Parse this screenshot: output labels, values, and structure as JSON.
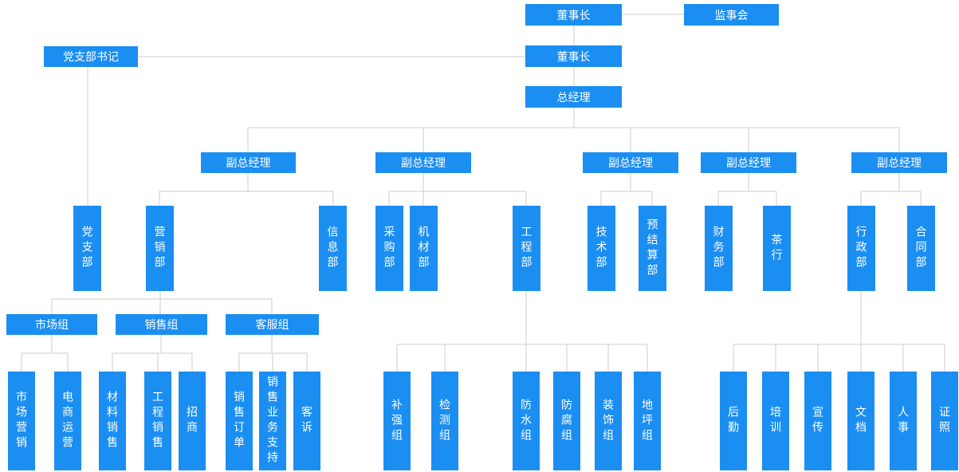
{
  "chart": {
    "type": "org-chart",
    "colors": {
      "node_bg": "#1b8ef2",
      "node_text": "#ffffff",
      "connector": "#cccccc",
      "background": "#ffffff"
    },
    "nodes": {
      "chairman_top": "董事长",
      "supervisory_board": "监事会",
      "chairman_2": "董事长",
      "party_secretary": "党支部书记",
      "general_manager": "总经理",
      "deputy_gm_1": "副总经理",
      "deputy_gm_2": "副总经理",
      "deputy_gm_3": "副总经理",
      "deputy_gm_4": "副总经理",
      "deputy_gm_5": "副总经理",
      "party_branch": "党支部",
      "marketing_dept": "营销部",
      "info_dept": "信息部",
      "purchasing_dept": "采购部",
      "machinery_dept": "机材部",
      "engineering_dept": "工程部",
      "tech_dept": "技术部",
      "budget_dept": "预结算部",
      "finance_dept": "财务部",
      "tea_house": "茶行",
      "admin_dept": "行政部",
      "contract_dept": "合同部",
      "market_group": "市场组",
      "sales_group": "销售组",
      "service_group": "客服组",
      "market_marketing": "市场营销",
      "ecommerce_ops": "电商运营",
      "material_sales": "材料销售",
      "engineering_sales": "工程销售",
      "investment": "招商",
      "sales_orders": "销售订单",
      "sales_support": "销售业务支持",
      "customer_complaints": "客诉",
      "reinforcement_group": "补强组",
      "testing_group": "检测组",
      "waterproof_group": "防水组",
      "anticorrosion_group": "防腐组",
      "decoration_group": "装饰组",
      "flooring_group": "地坪组",
      "logistics": "后勤",
      "training": "培训",
      "publicity": "宣传",
      "documents": "文档",
      "hr": "人事",
      "licenses": "证照"
    },
    "edges": {
      "chairman_top": [
        "chairman_2"
      ],
      "chairman_2": [
        "general_manager"
      ],
      "general_manager": [
        "deputy_gm_1",
        "deputy_gm_2",
        "deputy_gm_3",
        "deputy_gm_4",
        "deputy_gm_5"
      ],
      "party_secretary": [
        "party_branch"
      ],
      "deputy_gm_1": [
        "marketing_dept",
        "info_dept"
      ],
      "deputy_gm_2": [
        "purchasing_dept",
        "machinery_dept",
        "engineering_dept"
      ],
      "deputy_gm_3": [
        "tech_dept",
        "budget_dept"
      ],
      "deputy_gm_4": [
        "finance_dept",
        "tea_house"
      ],
      "deputy_gm_5": [
        "admin_dept",
        "contract_dept"
      ],
      "marketing_dept": [
        "market_group",
        "sales_group",
        "service_group"
      ],
      "market_group": [
        "market_marketing",
        "ecommerce_ops"
      ],
      "sales_group": [
        "material_sales",
        "engineering_sales",
        "investment"
      ],
      "service_group": [
        "sales_orders",
        "sales_support",
        "customer_complaints"
      ],
      "engineering_dept": [
        "reinforcement_group",
        "testing_group",
        "waterproof_group",
        "anticorrosion_group",
        "decoration_group",
        "flooring_group"
      ],
      "admin_dept": [
        "logistics",
        "training",
        "publicity",
        "documents",
        "hr",
        "licenses"
      ]
    },
    "lateral_links": [
      [
        "chairman_top",
        "supervisory_board"
      ],
      [
        "chairman_2",
        "party_secretary"
      ]
    ]
  }
}
